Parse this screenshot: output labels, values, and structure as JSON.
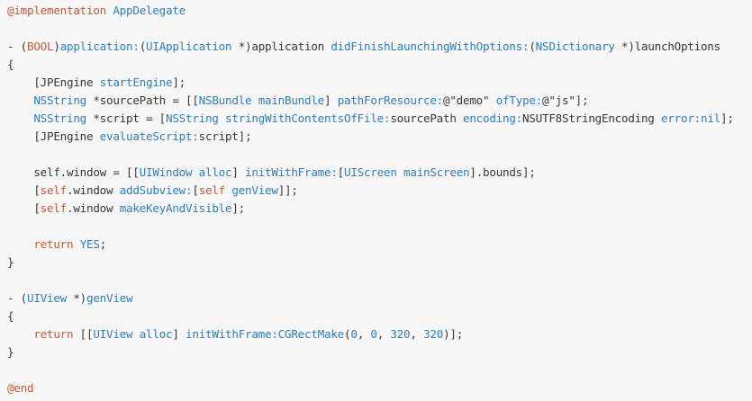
{
  "colors": {
    "background": "#f6f6f6",
    "plain": "#383838",
    "keyword": "#c25a3b",
    "type": "#2f7fb5"
  },
  "code": {
    "lines": [
      [
        {
          "t": "keyword",
          "v": "@implementation "
        },
        {
          "t": "type",
          "v": "AppDelegate"
        }
      ],
      [],
      [
        {
          "t": "plain",
          "v": "- ("
        },
        {
          "t": "keyword",
          "v": "BOOL"
        },
        {
          "t": "plain",
          "v": ")"
        },
        {
          "t": "method",
          "v": "application:"
        },
        {
          "t": "plain",
          "v": "("
        },
        {
          "t": "type",
          "v": "UIApplication"
        },
        {
          "t": "plain",
          "v": " *)application "
        },
        {
          "t": "method",
          "v": "didFinishLaunchingWithOptions:"
        },
        {
          "t": "plain",
          "v": "("
        },
        {
          "t": "type",
          "v": "NSDictionary"
        },
        {
          "t": "plain",
          "v": " *)launchOptions"
        }
      ],
      [
        {
          "t": "plain",
          "v": "{"
        }
      ],
      [
        {
          "t": "plain",
          "v": "    [JPEngine "
        },
        {
          "t": "method",
          "v": "startEngine"
        },
        {
          "t": "plain",
          "v": "];"
        }
      ],
      [
        {
          "t": "plain",
          "v": "    "
        },
        {
          "t": "type",
          "v": "NSString"
        },
        {
          "t": "plain",
          "v": " *sourcePath = [["
        },
        {
          "t": "type",
          "v": "NSBundle"
        },
        {
          "t": "plain",
          "v": " "
        },
        {
          "t": "method",
          "v": "mainBundle"
        },
        {
          "t": "plain",
          "v": "] "
        },
        {
          "t": "method",
          "v": "pathForResource:"
        },
        {
          "t": "plain",
          "v": "@\"demo\" "
        },
        {
          "t": "method",
          "v": "ofType:"
        },
        {
          "t": "plain",
          "v": "@\"js\"];"
        }
      ],
      [
        {
          "t": "plain",
          "v": "    "
        },
        {
          "t": "type",
          "v": "NSString"
        },
        {
          "t": "plain",
          "v": " *script = ["
        },
        {
          "t": "type",
          "v": "NSString"
        },
        {
          "t": "plain",
          "v": " "
        },
        {
          "t": "method",
          "v": "stringWithContentsOfFile:"
        },
        {
          "t": "plain",
          "v": "sourcePath "
        },
        {
          "t": "method",
          "v": "encoding:"
        },
        {
          "t": "plain",
          "v": "NSUTF8StringEncoding "
        },
        {
          "t": "method",
          "v": "error:"
        },
        {
          "t": "type",
          "v": "nil"
        },
        {
          "t": "plain",
          "v": "];"
        }
      ],
      [
        {
          "t": "plain",
          "v": "    [JPEngine "
        },
        {
          "t": "method",
          "v": "evaluateScript:"
        },
        {
          "t": "plain",
          "v": "script];"
        }
      ],
      [],
      [
        {
          "t": "plain",
          "v": "    self.window = [["
        },
        {
          "t": "type",
          "v": "UIWindow"
        },
        {
          "t": "plain",
          "v": " "
        },
        {
          "t": "method",
          "v": "alloc"
        },
        {
          "t": "plain",
          "v": "] "
        },
        {
          "t": "method",
          "v": "initWithFrame:"
        },
        {
          "t": "plain",
          "v": "["
        },
        {
          "t": "type",
          "v": "UIScreen"
        },
        {
          "t": "plain",
          "v": " "
        },
        {
          "t": "method",
          "v": "mainScreen"
        },
        {
          "t": "plain",
          "v": "].bounds];"
        }
      ],
      [
        {
          "t": "plain",
          "v": "    ["
        },
        {
          "t": "keyword",
          "v": "self"
        },
        {
          "t": "plain",
          "v": ".window "
        },
        {
          "t": "method",
          "v": "addSubview:"
        },
        {
          "t": "plain",
          "v": "["
        },
        {
          "t": "keyword",
          "v": "self"
        },
        {
          "t": "plain",
          "v": " "
        },
        {
          "t": "method",
          "v": "genView"
        },
        {
          "t": "plain",
          "v": "]];"
        }
      ],
      [
        {
          "t": "plain",
          "v": "    ["
        },
        {
          "t": "keyword",
          "v": "self"
        },
        {
          "t": "plain",
          "v": ".window "
        },
        {
          "t": "method",
          "v": "makeKeyAndVisible"
        },
        {
          "t": "plain",
          "v": "];"
        }
      ],
      [],
      [
        {
          "t": "plain",
          "v": "    "
        },
        {
          "t": "keyword",
          "v": "return"
        },
        {
          "t": "plain",
          "v": " "
        },
        {
          "t": "type",
          "v": "YES"
        },
        {
          "t": "plain",
          "v": ";"
        }
      ],
      [
        {
          "t": "plain",
          "v": "}"
        }
      ],
      [],
      [
        {
          "t": "plain",
          "v": "- ("
        },
        {
          "t": "type",
          "v": "UIView"
        },
        {
          "t": "plain",
          "v": " *)"
        },
        {
          "t": "method",
          "v": "genView"
        }
      ],
      [
        {
          "t": "plain",
          "v": "{"
        }
      ],
      [
        {
          "t": "plain",
          "v": "    "
        },
        {
          "t": "keyword",
          "v": "return"
        },
        {
          "t": "plain",
          "v": " [["
        },
        {
          "t": "type",
          "v": "UIView"
        },
        {
          "t": "plain",
          "v": " "
        },
        {
          "t": "method",
          "v": "alloc"
        },
        {
          "t": "plain",
          "v": "] "
        },
        {
          "t": "method",
          "v": "initWithFrame:"
        },
        {
          "t": "type",
          "v": "CGRectMake"
        },
        {
          "t": "plain",
          "v": "("
        },
        {
          "t": "type",
          "v": "0"
        },
        {
          "t": "plain",
          "v": ", "
        },
        {
          "t": "type",
          "v": "0"
        },
        {
          "t": "plain",
          "v": ", "
        },
        {
          "t": "type",
          "v": "320"
        },
        {
          "t": "plain",
          "v": ", "
        },
        {
          "t": "type",
          "v": "320"
        },
        {
          "t": "plain",
          "v": ")];"
        }
      ],
      [
        {
          "t": "plain",
          "v": "}"
        }
      ],
      [],
      [
        {
          "t": "keyword",
          "v": "@end"
        }
      ]
    ]
  }
}
